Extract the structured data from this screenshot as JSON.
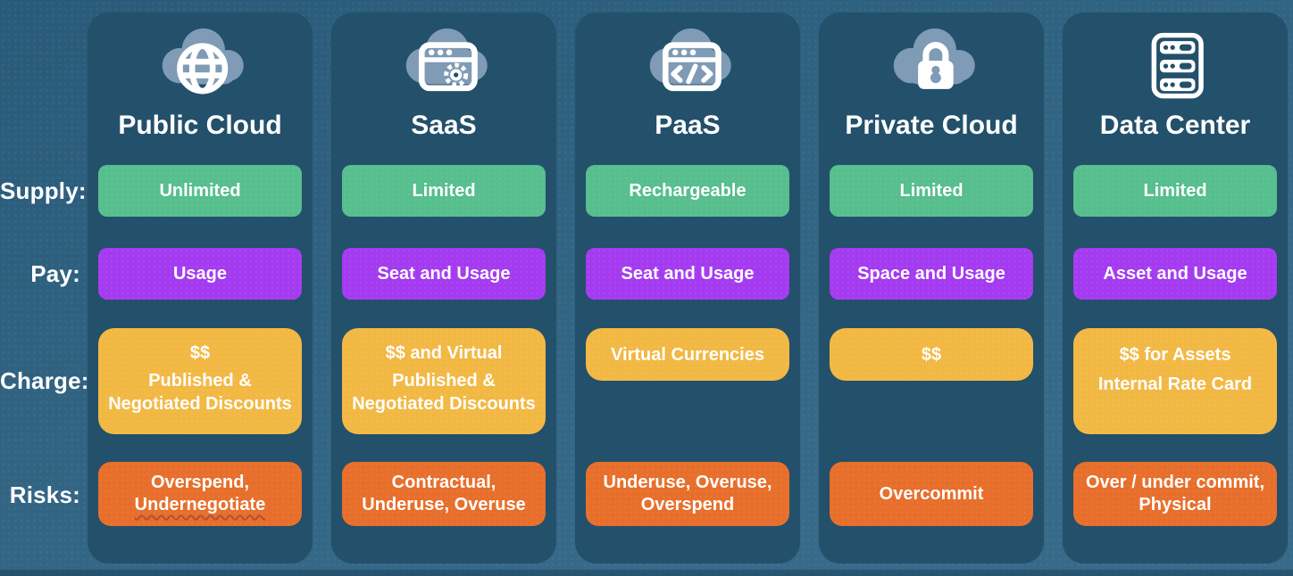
{
  "row_labels": {
    "supply": "Supply:",
    "pay": "Pay:",
    "charge": "Charge:",
    "risks": "Risks:"
  },
  "columns": [
    {
      "title": "Public Cloud",
      "icon": "cloud-globe-icon",
      "supply": "Unlimited",
      "pay": "Usage",
      "charge": {
        "primary": "$$",
        "secondary1": "Published &",
        "secondary2": "Negotiated Discounts"
      },
      "risks": {
        "line1": "Overspend,",
        "line2": "Undernegotiate",
        "line2_has_squiggle_underline": true
      }
    },
    {
      "title": "SaaS",
      "icon": "cloud-app-window-gear-icon",
      "supply": "Limited",
      "pay": "Seat and Usage",
      "charge": {
        "primary": "$$ and Virtual",
        "secondary1": "Published &",
        "secondary2": "Negotiated Discounts"
      },
      "risks": {
        "line1": "Contractual,",
        "line2": "Underuse, Overuse"
      }
    },
    {
      "title": "PaaS",
      "icon": "cloud-code-window-icon",
      "supply": "Rechargeable",
      "pay": "Seat and Usage",
      "charge": {
        "primary": "Virtual Currencies"
      },
      "risks": {
        "line1": "Underuse, Overuse,",
        "line2": "Overspend"
      }
    },
    {
      "title": "Private Cloud",
      "icon": "cloud-padlock-icon",
      "supply": "Limited",
      "pay": "Space and Usage",
      "charge": {
        "primary": "$$"
      },
      "risks": {
        "line1": "Overcommit"
      }
    },
    {
      "title": "Data Center",
      "icon": "server-rack-icon",
      "supply": "Limited",
      "pay": "Asset and Usage",
      "charge": {
        "primary": "$$ for Assets",
        "secondary1": "Internal Rate Card"
      },
      "risks": {
        "line1": "Over / under commit,",
        "line2": "Physical"
      }
    }
  ],
  "colors": {
    "background": "#2C6182",
    "card": "#23506A",
    "supply_pill": "#57BE8E",
    "pay_pill": "#A43BF0",
    "charge_pill": "#F2B844",
    "risks_pill": "#E76F2B",
    "cloud_icon": "#7F9BB6",
    "text": "#FFFFFF"
  }
}
